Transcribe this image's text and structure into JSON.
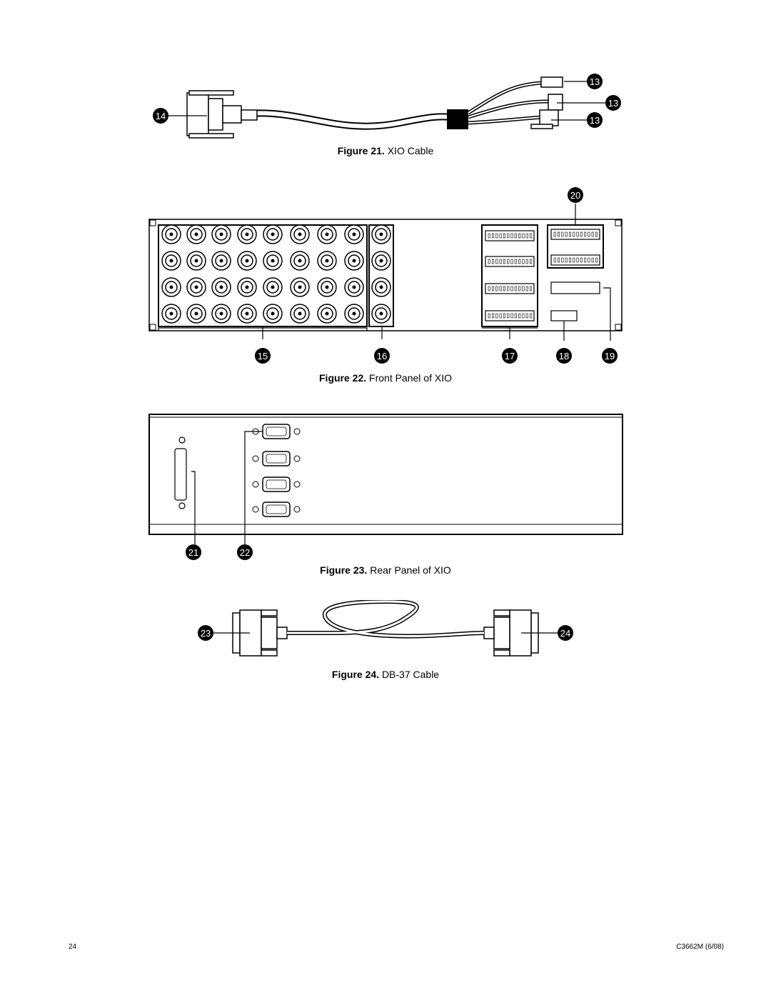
{
  "figures": [
    {
      "number": "Figure 21.",
      "title": "XIO Cable"
    },
    {
      "number": "Figure 22.",
      "title": "Front Panel of XIO"
    },
    {
      "number": "Figure 23.",
      "title": "Rear Panel of XIO"
    },
    {
      "number": "Figure 24.",
      "title": "DB-37 Cable"
    }
  ],
  "callouts": {
    "c13a": "13",
    "c13b": "13",
    "c13c": "13",
    "c14": "14",
    "c15": "15",
    "c16": "16",
    "c17": "17",
    "c18": "18",
    "c19": "19",
    "c20": "20",
    "c21": "21",
    "c22": "22",
    "c23": "23",
    "c24": "24"
  },
  "footer": {
    "page_number": "24",
    "doc_id": "C3662M (6/08)"
  }
}
